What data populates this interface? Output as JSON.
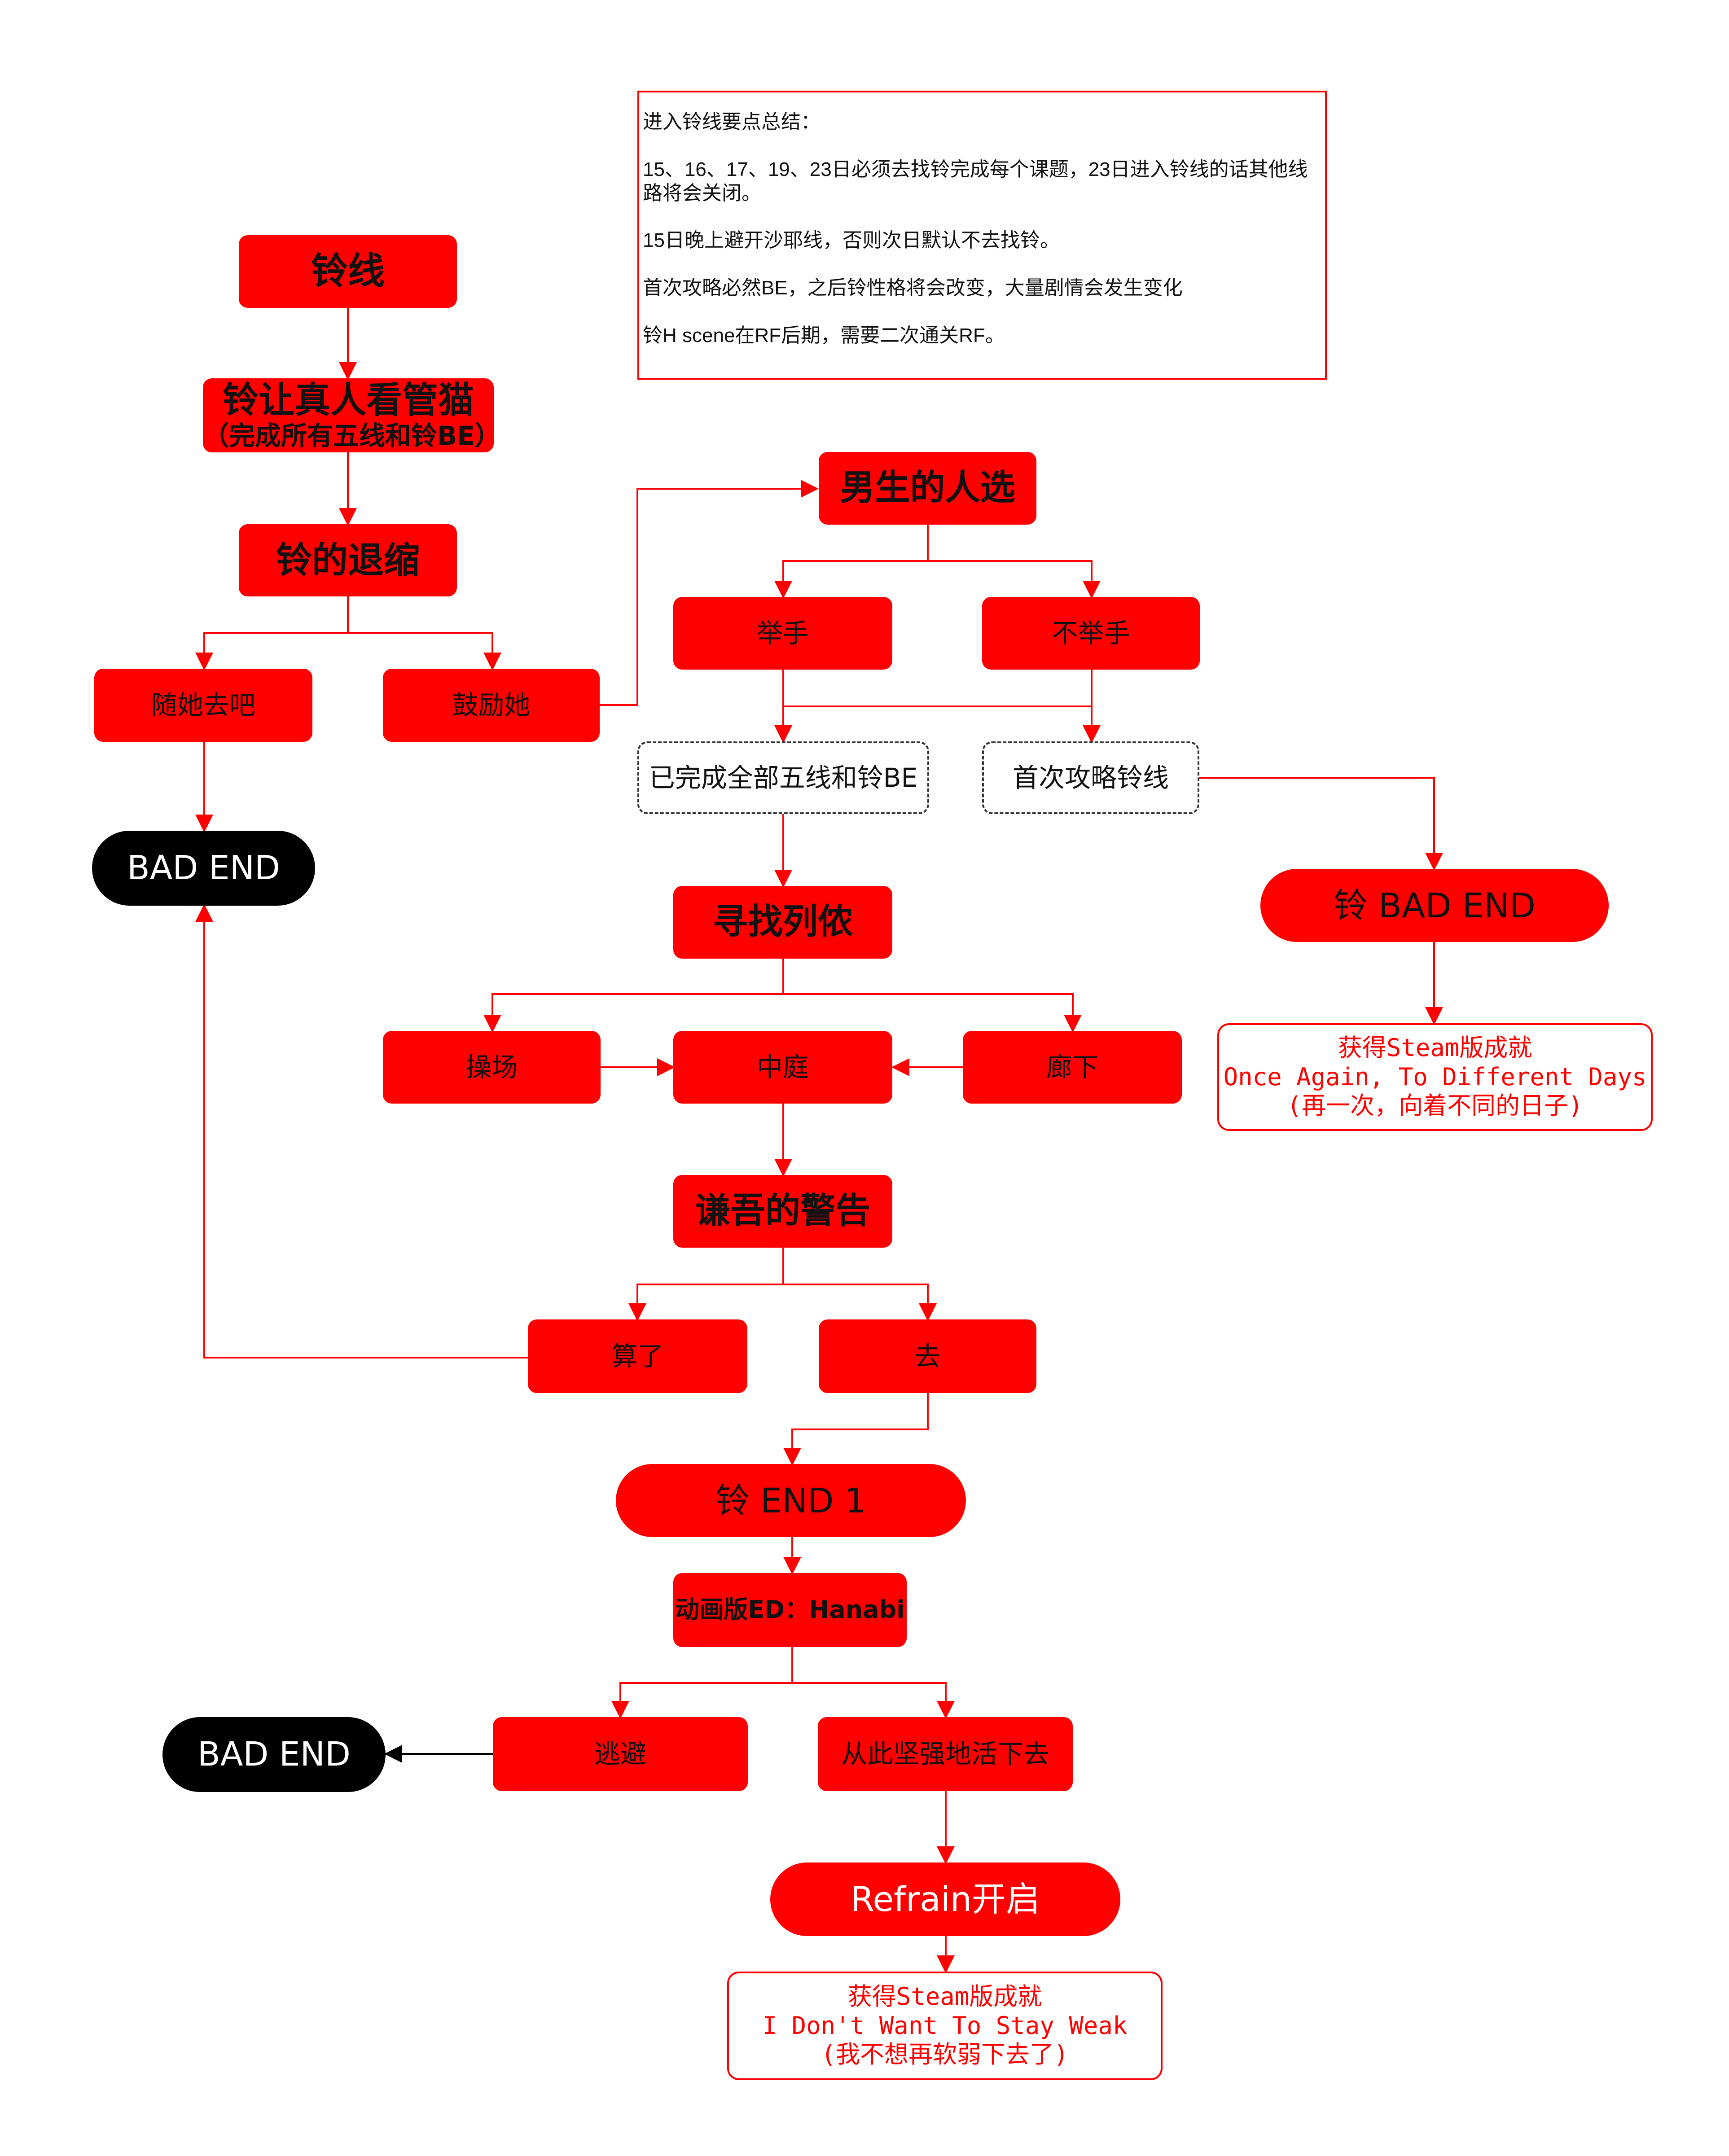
{
  "notes": {
    "lines": [
      "进入铃线要点总结：",
      "15、16、17、19、23日必须去找铃完成每个课题，23日进入铃线的话其他线路将会关闭。",
      "15日晚上避开沙耶线，否则次日默认不去找铃。",
      "首次攻略必然BE，之后铃性格将会改变，大量剧情会发生变化",
      "铃H scene在RF后期，需要二次通关RF。"
    ]
  },
  "nodes": {
    "rin_route": "铃线",
    "rin_manga_title": "铃让真人看管猫",
    "rin_manga_sub": "（完成所有五线和铃BE）",
    "rin_withdraw": "铃的退缩",
    "let_her_go": "随她去吧",
    "encourage": "鼓励她",
    "bad_end_1": "BAD END",
    "boy_choice": "男生的人选",
    "raise_hand": "举手",
    "no_raise": "不举手",
    "completed_all": "已完成全部五线和铃BE",
    "first_play": "首次攻略铃线",
    "rin_bad_end": "铃 BAD END",
    "find_rei": "寻找列侬",
    "playground": "操场",
    "courtyard": "中庭",
    "corridor": "廊下",
    "kengo_warning": "谦吾的警告",
    "forget_it": "算了",
    "go": "去",
    "rin_end_1": "铃 END 1",
    "anime_ed": "动画版ED：Hanabi",
    "escape": "逃避",
    "live_strong": "从此坚强地活下去",
    "bad_end_2": "BAD END",
    "refrain_open": "Refrain开启"
  },
  "achievements": {
    "a1": [
      "获得Steam版成就",
      "Once Again, To Different Days",
      "(再一次，向着不同的日子)"
    ],
    "a2": [
      "获得Steam版成就",
      "I Don't Want To Stay Weak",
      "(我不想再软弱下去了)"
    ]
  },
  "colors": {
    "accent": "#ff0000",
    "black": "#000000",
    "text": "#111111",
    "border_dashed": "#333333"
  }
}
